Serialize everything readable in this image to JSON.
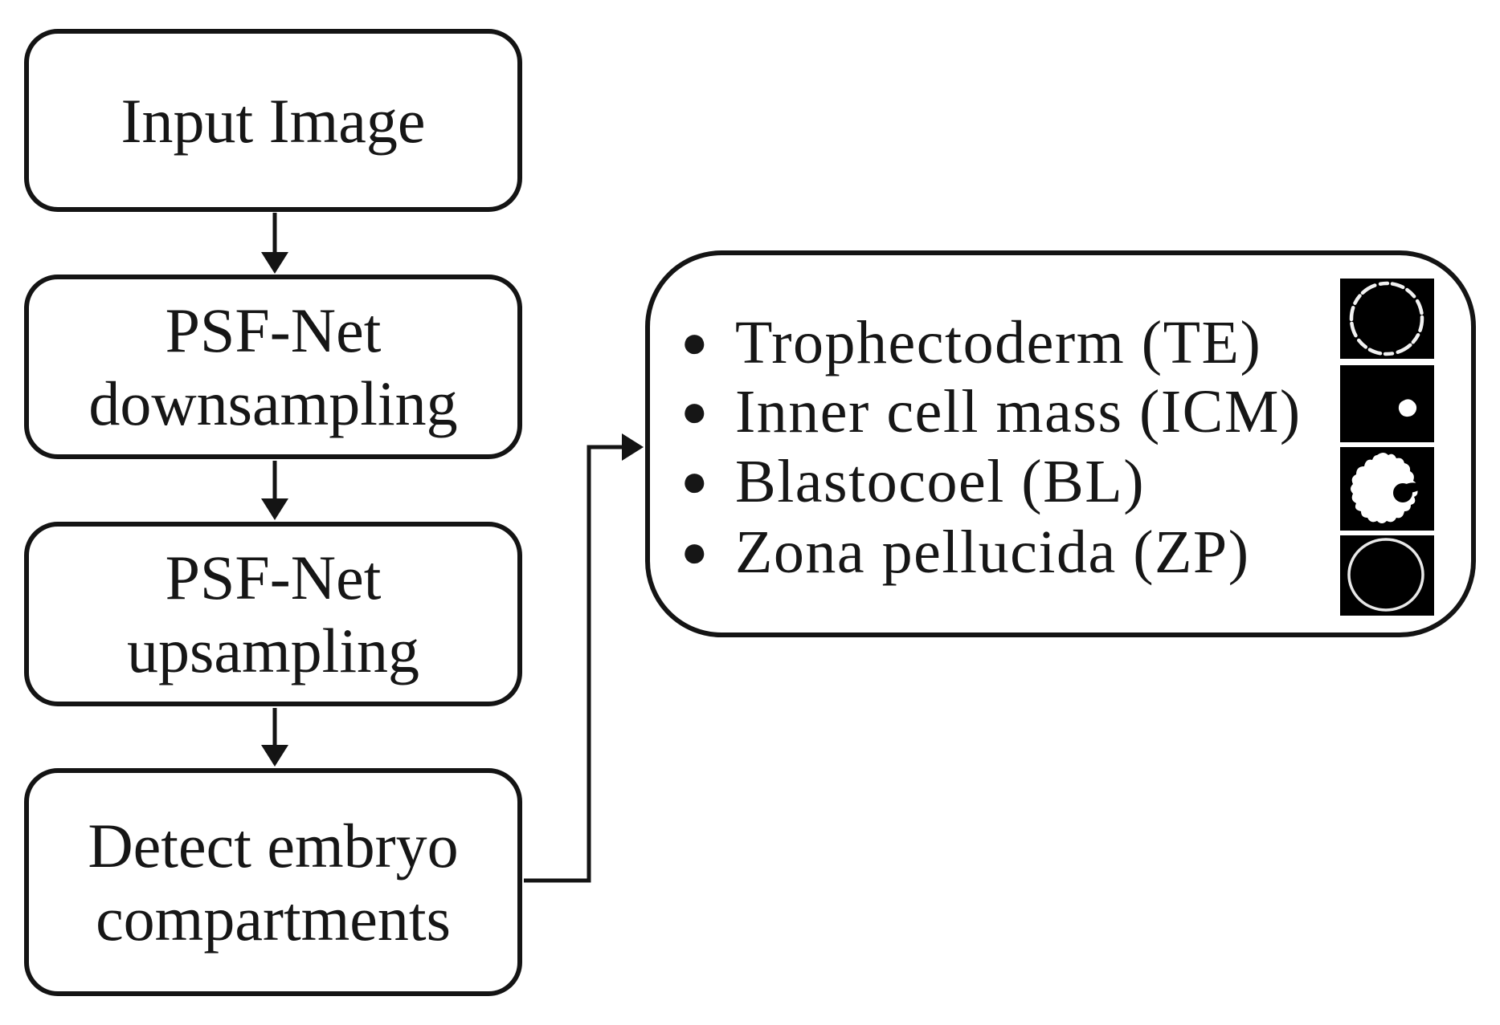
{
  "figure": {
    "colors": {
      "background": "#ffffff",
      "ink": "#141414",
      "mask_background": "#000000",
      "mask_foreground": "#ffffff"
    },
    "flow_boxes": [
      {
        "line1": "Input Image"
      },
      {
        "line1": "PSF-Net",
        "line2": "downsampling"
      },
      {
        "line1": "PSF-Net",
        "line2": "upsampling"
      },
      {
        "line1": "Detect embryo",
        "line2": "compartments"
      }
    ],
    "output_panel": {
      "bullet_glyph": "●",
      "items": [
        {
          "label": "Trophectoderm (TE)",
          "thumb_icon": "te-ring-mask"
        },
        {
          "label": "Inner cell mass (ICM)",
          "thumb_icon": "icm-blob-mask"
        },
        {
          "label": "Blastocoel (BL)",
          "thumb_icon": "bl-blob-mask"
        },
        {
          "label": "Zona pellucida (ZP)",
          "thumb_icon": "zp-ring-mask"
        }
      ]
    }
  }
}
